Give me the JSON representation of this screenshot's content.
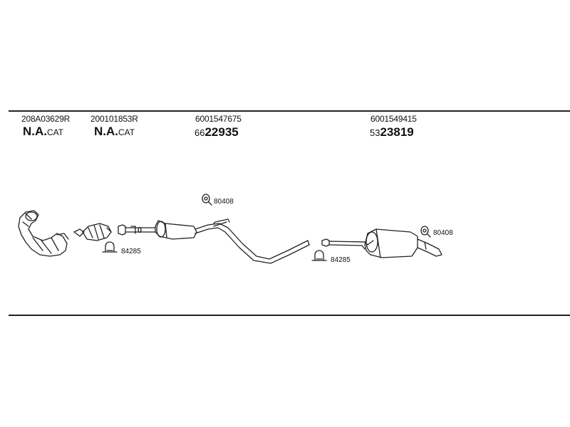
{
  "parts": [
    {
      "part_no": "208A03629R",
      "label_bold": "N.A.",
      "label_suffix": "CAT"
    },
    {
      "part_no": "200101853R",
      "label_bold": "N.A.",
      "label_suffix": "CAT"
    },
    {
      "part_no": "6001547675",
      "label_prefix": "66",
      "label_bold": "22935"
    },
    {
      "part_no": "6001549415",
      "label_prefix": "53",
      "label_bold": "23819"
    }
  ],
  "callouts": {
    "clamp_front": "84285",
    "clamp_rear": "84285",
    "gasket_mid": "80408",
    "gasket_rear": "80408"
  },
  "colors": {
    "line": "#222222"
  }
}
